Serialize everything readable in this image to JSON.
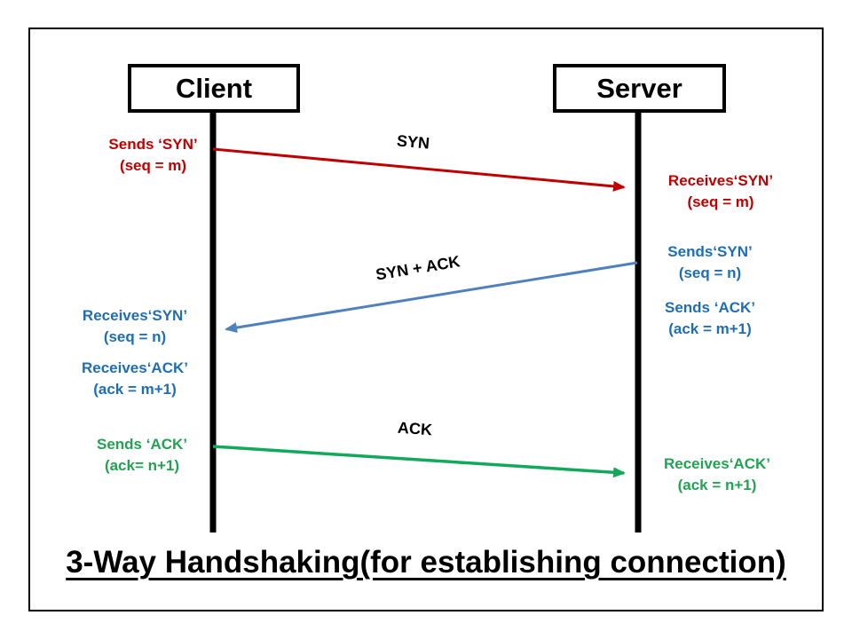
{
  "colors": {
    "red": "#C00000",
    "blue-arrow": "#4F81BD",
    "blue-text": "#1F6EB5",
    "green-arrow": "#12A95B",
    "green-text": "#21A352"
  },
  "actors": {
    "client": "Client",
    "server": "Server"
  },
  "messages": {
    "syn": "SYN",
    "synack": "SYN + ACK",
    "ack": "ACK"
  },
  "annotations": {
    "client_sends_syn": {
      "l1": "Sends ‘SYN’",
      "l2": "(seq = m)"
    },
    "server_receives_syn": {
      "l1": "Receives‘SYN’",
      "l2": "(seq = m)"
    },
    "server_sends_syn": {
      "l1": "Sends‘SYN’",
      "l2": "(seq = n)"
    },
    "server_sends_ack": {
      "l1": "Sends ‘ACK’",
      "l2": "(ack = m+1)"
    },
    "client_receives_syn": {
      "l1": "Receives‘SYN’",
      "l2": "(seq = n)"
    },
    "client_receives_ack": {
      "l1": "Receives‘ACK’",
      "l2": "(ack = m+1)"
    },
    "client_sends_ack": {
      "l1": "Sends ‘ACK’",
      "l2": "(ack= n+1)"
    },
    "server_receives_ack": {
      "l1": "Receives‘ACK’",
      "l2": "(ack = n+1)"
    }
  },
  "title": "3-Way Handshaking(for establishing connection)"
}
